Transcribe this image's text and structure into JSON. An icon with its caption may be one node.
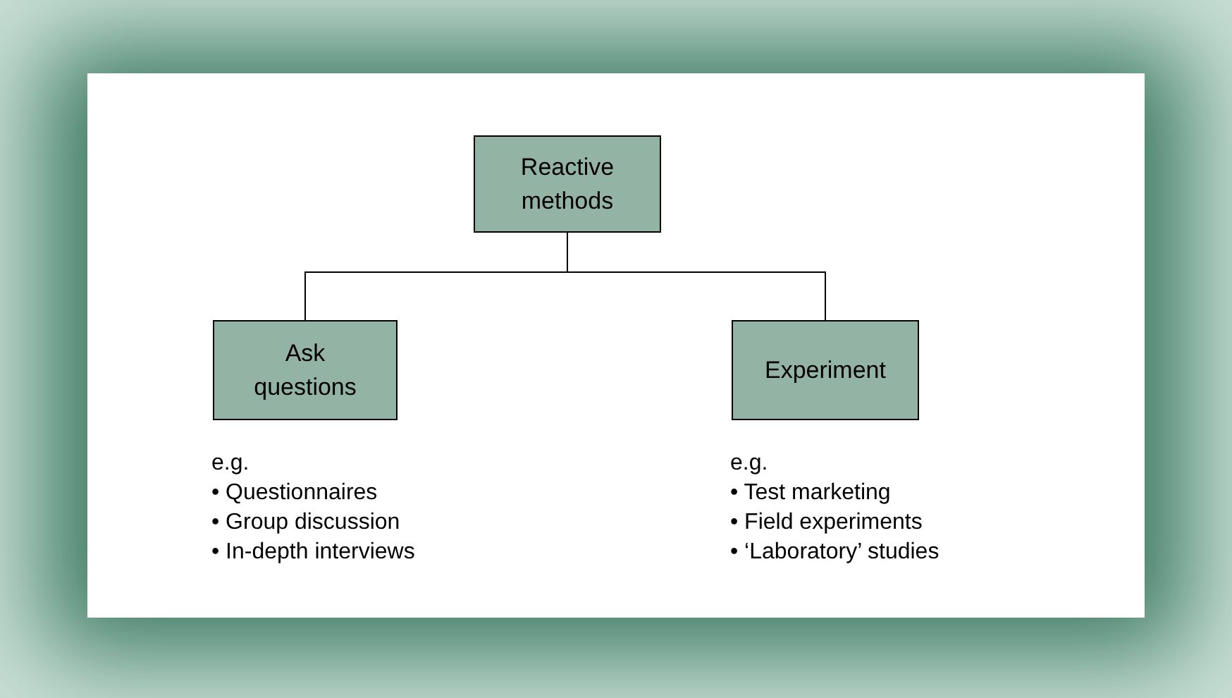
{
  "diagram": {
    "nodes": [
      {
        "text": [
          "Reactive methods"
        ]
      },
      {
        "text": [
          "Ask questions"
        ],
        "beside": [
          "e.g.",
          "• Questionnaires",
          "• Group discussion",
          "• In-depth interviews"
        ]
      },
      {
        "text": [
          "Experiment"
        ],
        "beside": [
          "e.g.",
          "• Test marketing",
          "• Field experiments",
          "• ‘Laboratory’ studies"
        ]
      }
    ],
    "edges": [
      {
        "from": 0,
        "to": 1,
        "arrow": "none"
      },
      {
        "from": 0,
        "to": 2,
        "arrow": "none"
      }
    ]
  }
}
